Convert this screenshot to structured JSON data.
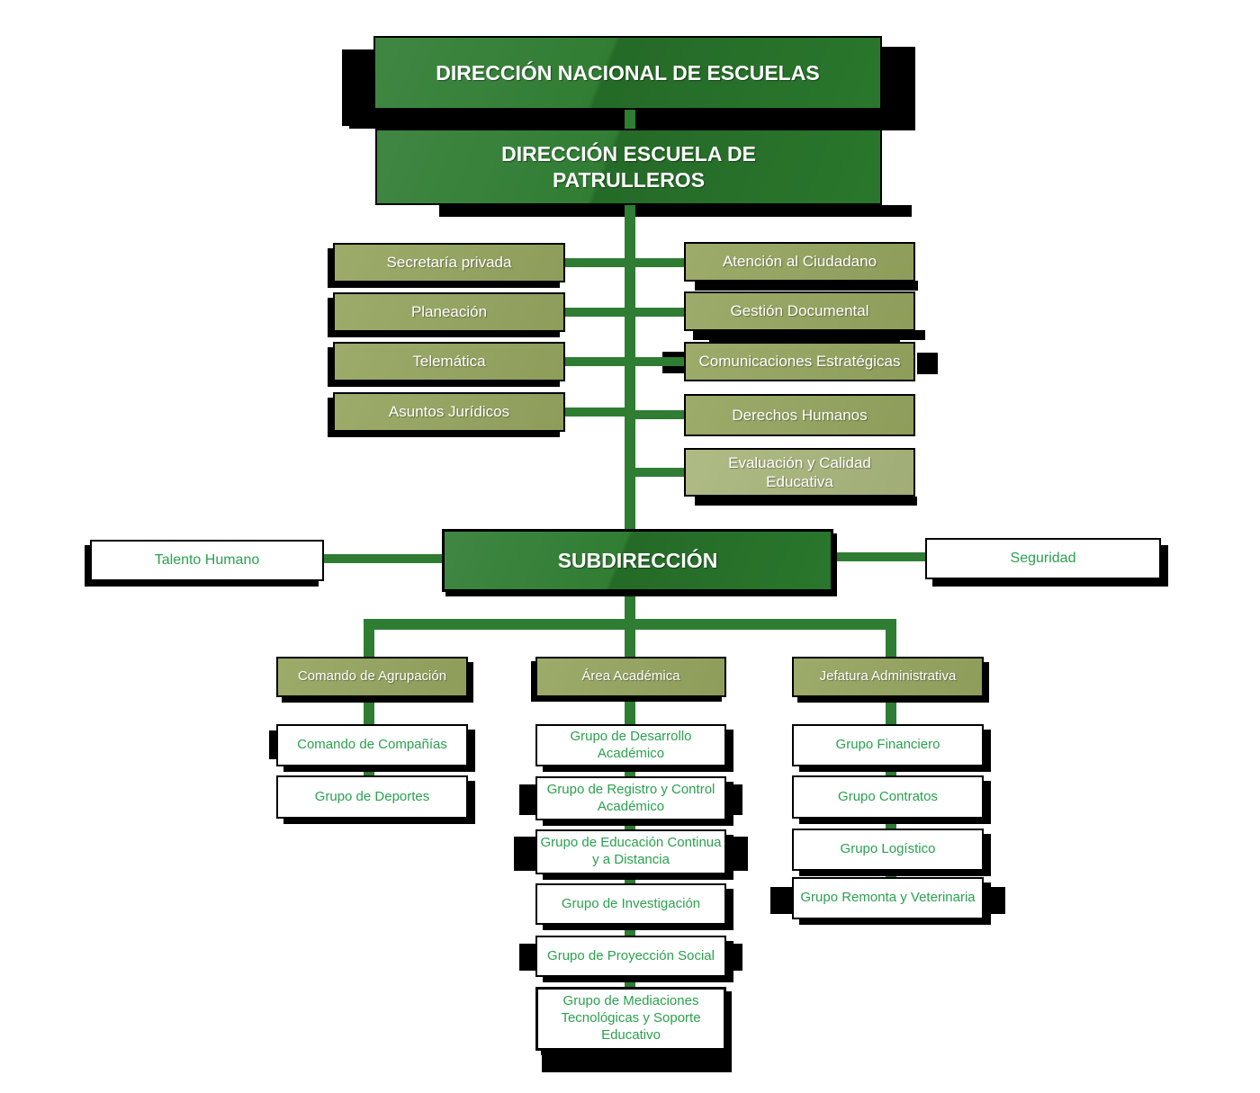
{
  "title": "Organigrama Escuela de Patrulleros",
  "colors": {
    "box-dark": "#2a792d",
    "box-olive": "#95a55f",
    "box-olive-light": "#a9b67c",
    "line-green": "#2e7d32",
    "text-green": "#2aa14e",
    "shadow-black": "#000000"
  },
  "nodes": {
    "top1": "DIRECCIÓN NACIONAL DE ESCUELAS",
    "top2": "DIRECCIÓN ESCUELA DE PATRULLEROS",
    "subdireccion": "SUBDIRECCIÓN",
    "talento": "Talento Humano",
    "seguridad": "Seguridad"
  },
  "staff_left": [
    "Secretaría privada",
    "Planeación",
    "Telemática",
    "Asuntos Jurídicos"
  ],
  "staff_right": [
    "Atención al Ciudadano",
    "Gestión Documental",
    "Comunicaciones Estratégicas",
    "Derechos Humanos",
    "Evaluación y Calidad Educativa"
  ],
  "branches": [
    {
      "header": "Comando de Agrupación",
      "items": [
        "Comando de Compañías",
        "Grupo de Deportes"
      ]
    },
    {
      "header": "Área Académica",
      "items": [
        "Grupo de Desarrollo Académico",
        "Grupo de Registro y Control Académico",
        "Grupo de Educación Continua y a Distancia",
        "Grupo de Investigación",
        "Grupo de Proyección Social",
        "Grupo de Mediaciones Tecnológicas y Soporte Educativo"
      ]
    },
    {
      "header": "Jefatura Administrativa",
      "items": [
        "Grupo Financiero",
        "Grupo Contratos",
        "Grupo Logístico",
        "Grupo Remonta y Veterinaria"
      ]
    }
  ]
}
